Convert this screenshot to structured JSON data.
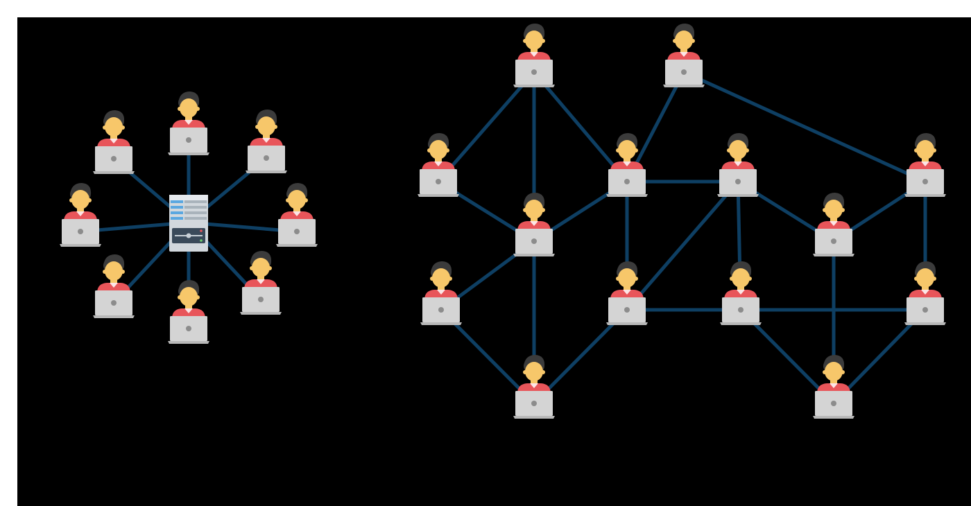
{
  "colors": {
    "page_background": "#ffffff",
    "canvas_background": "#000000",
    "link_line": "#0e3f63",
    "skin": "#f7c76a",
    "hair": "#3b3b3b",
    "shirt": "#e8555a",
    "laptop": "#d4d4d4",
    "laptop_base": "#b8b8b8",
    "laptop_dot": "#8c8c8c",
    "server_body": "#d2d8dd",
    "server_stripe": "#5aa7e0",
    "server_panel": "#3a4a5a"
  },
  "icons": {
    "user_node": "user-at-laptop-icon",
    "server_node": "server-icon"
  },
  "centralized_network": {
    "server": "server-icon",
    "clients": [
      "c1",
      "c2",
      "c3",
      "c4",
      "c5",
      "c6",
      "c7",
      "c8"
    ]
  },
  "peer_to_peer_network": {
    "nodes": [
      "p1",
      "p2",
      "p3",
      "p4",
      "p5",
      "p6",
      "p7",
      "p8",
      "p9",
      "p10",
      "p11",
      "p12",
      "p13",
      "p14",
      "p15"
    ],
    "links": [
      [
        "p1",
        "p3"
      ],
      [
        "p1",
        "p5"
      ],
      [
        "p1",
        "p4"
      ],
      [
        "p2",
        "p4"
      ],
      [
        "p2",
        "p7"
      ],
      [
        "p3",
        "p5"
      ],
      [
        "p4",
        "p5"
      ],
      [
        "p4",
        "p6"
      ],
      [
        "p4",
        "p10"
      ],
      [
        "p5",
        "p9"
      ],
      [
        "p5",
        "p14"
      ],
      [
        "p6",
        "p8"
      ],
      [
        "p6",
        "p10"
      ],
      [
        "p6",
        "p11"
      ],
      [
        "p7",
        "p12"
      ],
      [
        "p7",
        "p8"
      ],
      [
        "p8",
        "p12"
      ],
      [
        "p8",
        "p15"
      ],
      [
        "p9",
        "p14"
      ],
      [
        "p10",
        "p11"
      ],
      [
        "p10",
        "p13"
      ],
      [
        "p11",
        "p13"
      ],
      [
        "p11",
        "p12"
      ],
      [
        "p12",
        "p13"
      ],
      [
        "p13",
        "p15"
      ]
    ]
  }
}
